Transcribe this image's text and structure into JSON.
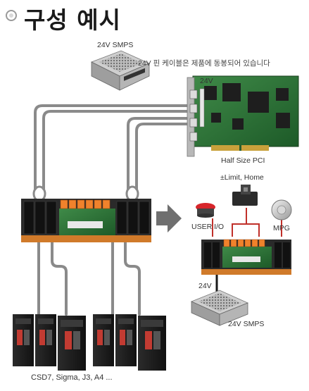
{
  "title": "구성 예시",
  "labels": {
    "smps_top": "24V SMPS",
    "cable_note": "24V 핀 케이블은 제품에 동봉되어 있습니다",
    "v24_pci": "24V",
    "pci_label": "Half Size PCI",
    "limit_home": "±Limit, Home",
    "user_io": "USER I/O",
    "mpg": "MPG",
    "v24_small": "24V",
    "smps_bottom": "24V SMPS",
    "drives": "CSD7, Sigma, J3, A4 ..."
  }
}
